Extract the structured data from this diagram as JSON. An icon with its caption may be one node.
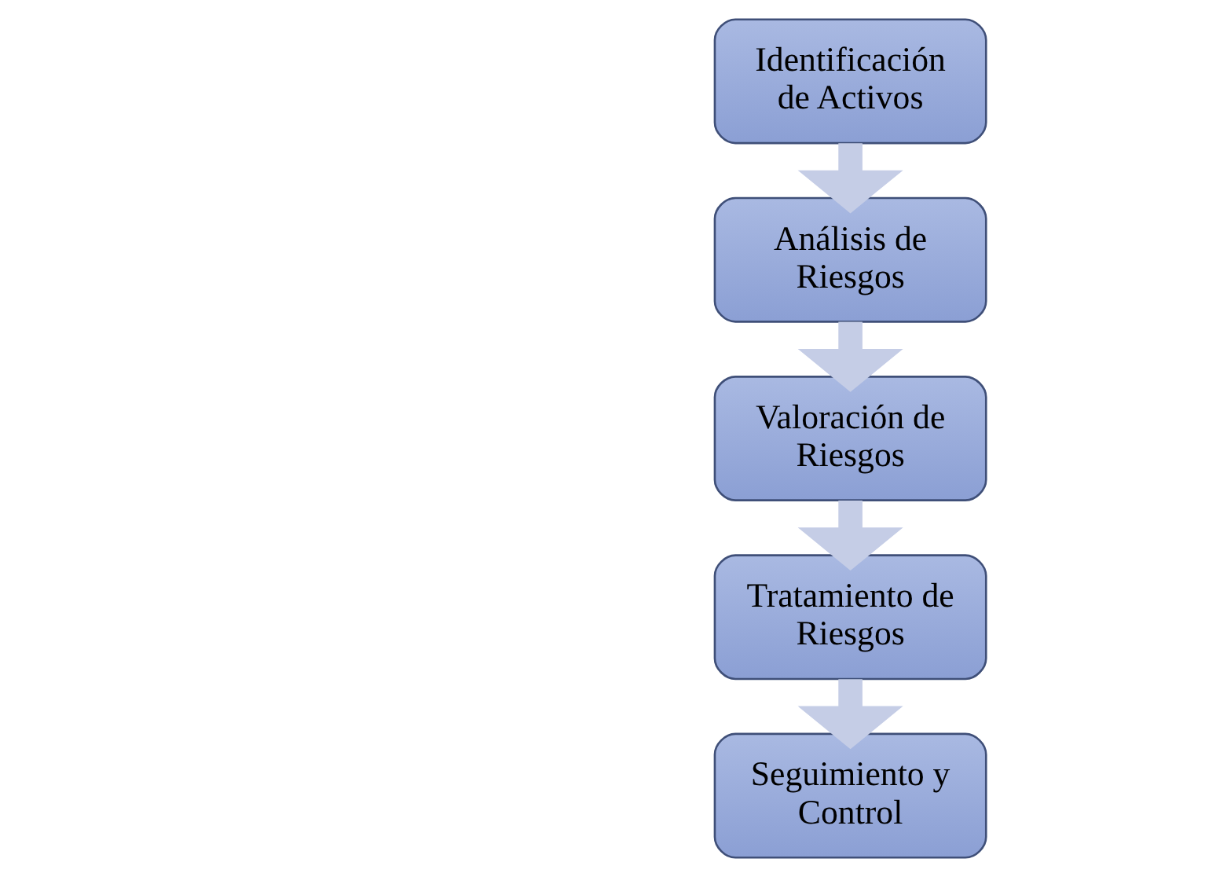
{
  "diagram": {
    "nodes": [
      {
        "text": [
          "Identificación de Activos"
        ]
      },
      {
        "text": [
          "Análisis de Riesgos"
        ]
      },
      {
        "text": [
          "Valoración de Riesgos"
        ]
      },
      {
        "text": [
          "Tratamiento de Riesgos"
        ]
      },
      {
        "text": [
          "Seguimiento y Control"
        ]
      }
    ],
    "edges": [
      {
        "from": 0,
        "to": 1,
        "arrow": "to"
      },
      {
        "from": 1,
        "to": 2,
        "arrow": "to"
      },
      {
        "from": 2,
        "to": 3,
        "arrow": "to"
      },
      {
        "from": 3,
        "to": 4,
        "arrow": "to"
      }
    ]
  }
}
